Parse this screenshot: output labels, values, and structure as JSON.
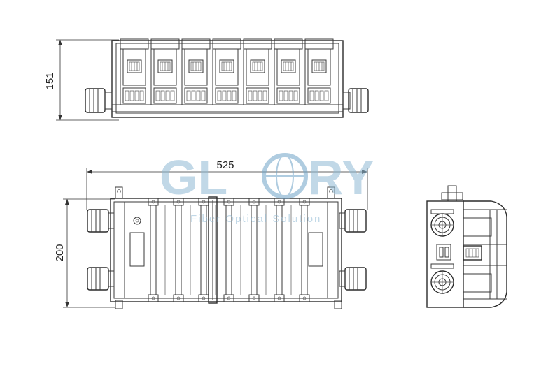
{
  "dimensions": {
    "height_side": "151",
    "length": "525",
    "width_top": "200"
  },
  "watermark": {
    "brand": "GLORY",
    "brand_pre": "GL",
    "brand_post": "RY",
    "tagline": "Fiber Optical Solution",
    "color": "#8fb9d4",
    "globe_color": "#6fa3c8"
  }
}
